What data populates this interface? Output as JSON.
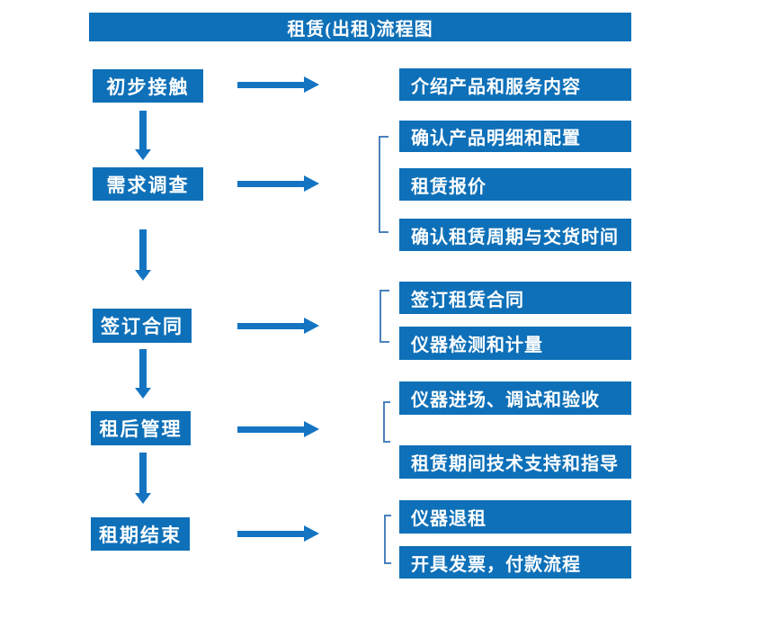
{
  "title": "租赁(出租)流程图",
  "colors": {
    "box_blue": "#0E70B8",
    "arrow_blue": "#1474C2",
    "bracket_blue": "#4A81BE",
    "text_white": "#FFFFFF",
    "background": "#FFFFFF"
  },
  "steps": [
    {
      "label": "初步接触",
      "outputs": [
        "介绍产品和服务内容"
      ]
    },
    {
      "label": "需求调查",
      "outputs": [
        "确认产品明细和配置",
        "租赁报价",
        "确认租赁周期与交货时间"
      ]
    },
    {
      "label": "签订合同",
      "outputs": [
        "签订租赁合同",
        "仪器检测和计量"
      ]
    },
    {
      "label": "租后管理",
      "outputs": [
        "仪器进场、调试和验收",
        "租赁期间技术支持和指导"
      ]
    },
    {
      "label": "租期结束",
      "outputs": [
        "仪器退租",
        "开具发票，付款流程"
      ]
    }
  ]
}
